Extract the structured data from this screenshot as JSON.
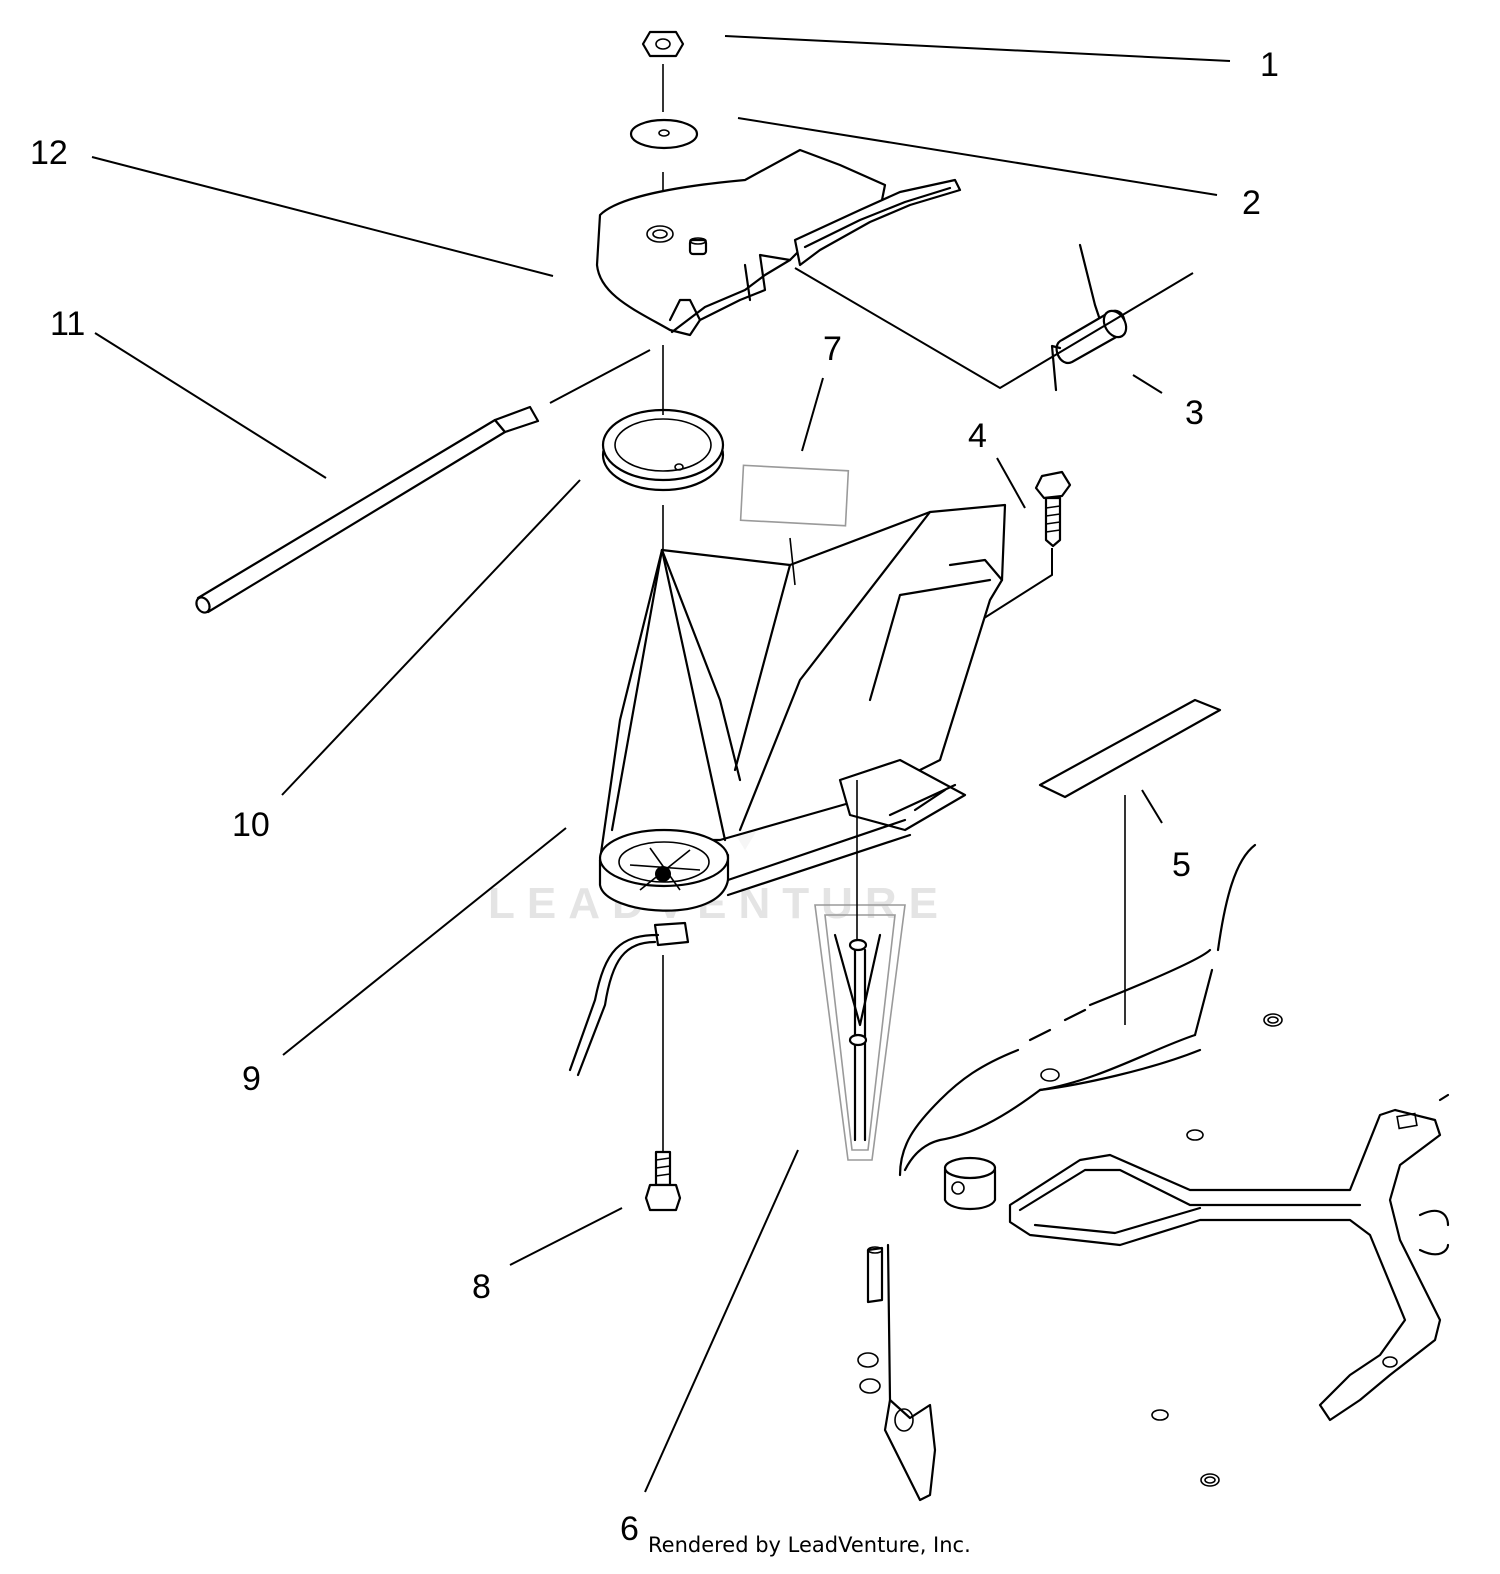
{
  "callouts": [
    "1",
    "2",
    "3",
    "4",
    "5",
    "6",
    "7",
    "8",
    "9",
    "10",
    "11",
    "12"
  ],
  "credit": "Rendered by LeadVenture, Inc.",
  "watermark": "LEADVENTURE"
}
